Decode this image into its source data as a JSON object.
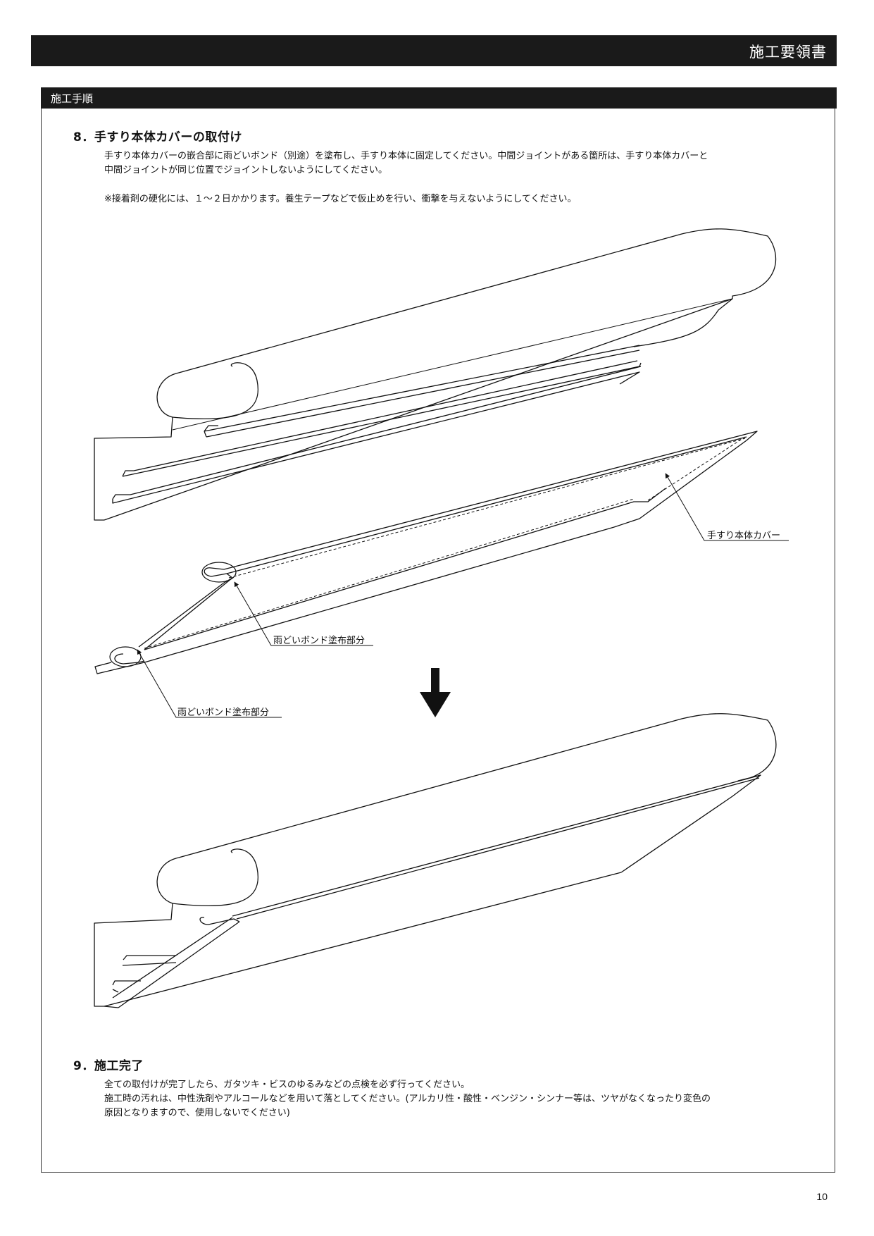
{
  "header": {
    "title": "施工要領書"
  },
  "section": {
    "label": "施工手順"
  },
  "step8": {
    "heading": "8．手すり本体カバーの取付け",
    "lines": [
      "手すり本体カバーの嵌合部に雨どいボンド（別途）を塗布し、手すり本体に固定してください。中間ジョイントがある箇所は、手すり本体カバーと",
      "中間ジョイントが同じ位置でジョイントしないようにしてください。"
    ],
    "note": "※接着剤の硬化には、１〜２日かかります。養生テープなどで仮止めを行い、衝撃を与えないようにしてください。"
  },
  "diagram": {
    "labels": {
      "cover": "手すり本体カバー",
      "bond_upper": "雨どいボンド塗布部分",
      "bond_lower": "雨どいボンド塗布部分"
    },
    "arrow_icon": "down-arrow-icon"
  },
  "step9": {
    "heading": "9．施工完了",
    "lines": [
      "全ての取付けが完了したら、ガタツキ・ビスのゆるみなどの点検を必ず行ってください。",
      "施工時の汚れは、中性洗剤やアルコールなどを用いて落としてください。(アルカリ性・酸性・ベンジン・シンナー等は、ツヤがなくなったり変色の",
      "原因となりますので、使用しないでください)"
    ]
  },
  "footer": {
    "page_number": "10"
  }
}
